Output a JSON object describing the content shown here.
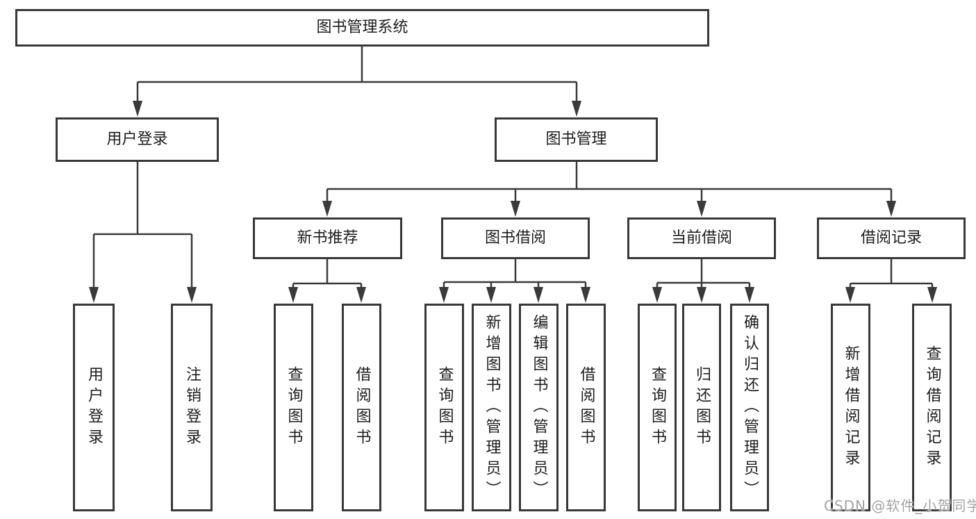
{
  "tree": {
    "label": "图书管理系统",
    "children": [
      {
        "label": "用户登录",
        "children": [
          {
            "label": "用户登录"
          },
          {
            "label": "注销登录"
          }
        ]
      },
      {
        "label": "图书管理",
        "children": [
          {
            "label": "新书推荐",
            "children": [
              {
                "label": "查询图书"
              },
              {
                "label": "借阅图书"
              }
            ]
          },
          {
            "label": "图书借阅",
            "children": [
              {
                "label": "查询图书"
              },
              {
                "label": "新增图书（管理员）"
              },
              {
                "label": "编辑图书（管理员）"
              },
              {
                "label": "借阅图书"
              }
            ]
          },
          {
            "label": "当前借阅",
            "children": [
              {
                "label": "查询图书"
              },
              {
                "label": "归还图书"
              },
              {
                "label": "确认归还（管理员）"
              }
            ]
          },
          {
            "label": "借阅记录",
            "children": [
              {
                "label": "新增借阅记录"
              },
              {
                "label": "查询借阅记录"
              }
            ]
          }
        ]
      }
    ]
  },
  "watermark": "CSDN @软件_小贺同学",
  "colors": {
    "line": "#3a3a3a",
    "border": "#383838",
    "text": "#1d1d1d",
    "watermark": "#a3a3a3",
    "background": "#ffffff"
  }
}
